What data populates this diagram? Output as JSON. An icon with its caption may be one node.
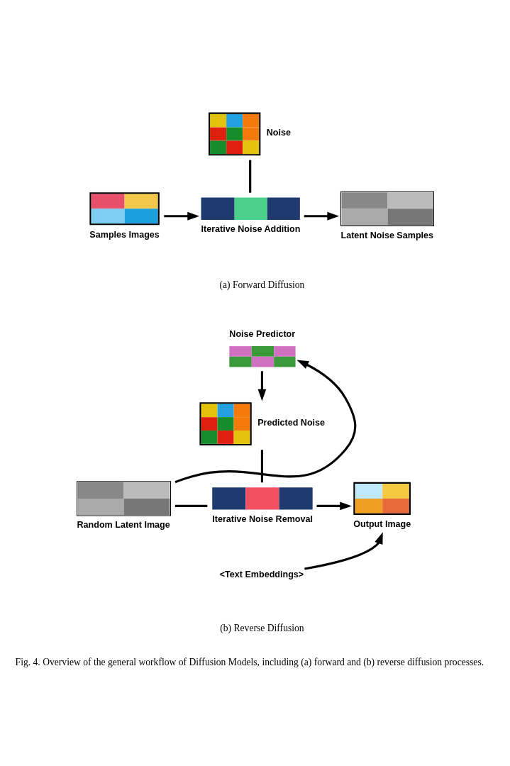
{
  "diagram": {
    "caption": "Fig. 4. Overview of the general workflow of Diffusion Models, including (a) forward and (b) reverse diffusion processes.",
    "nodes": [
      {
        "text": [
          "Noise"
        ]
      },
      {
        "text": [
          "Samples Images"
        ]
      },
      {
        "text": [
          "Iterative Noise Addition"
        ]
      },
      {
        "text": [
          "Latent Noise Samples"
        ]
      },
      {
        "text": [
          "Noise Predictor"
        ]
      },
      {
        "text": [
          "Predicted Noise"
        ]
      },
      {
        "text": [
          "Random Latent Image"
        ]
      },
      {
        "text": [
          "Iterative Noise Removal"
        ]
      },
      {
        "text": [
          "Output Image"
        ]
      },
      {
        "text": [
          "<Text Embeddings>"
        ]
      }
    ],
    "edges": [
      {
        "from": 0,
        "to": 2,
        "arrow": "none"
      },
      {
        "from": 1,
        "to": 2,
        "arrow": "to"
      },
      {
        "from": 2,
        "to": 3,
        "arrow": "to"
      },
      {
        "from": 6,
        "to": 4,
        "arrow": "to"
      },
      {
        "from": 4,
        "to": 5,
        "arrow": "to"
      },
      {
        "from": 5,
        "to": 7,
        "arrow": "none"
      },
      {
        "from": 6,
        "to": 7,
        "arrow": "none"
      },
      {
        "from": 7,
        "to": 8,
        "arrow": "to"
      },
      {
        "from": 9,
        "to": 8,
        "arrow": "to"
      }
    ],
    "labels": [
      "(a) Forward Diffusion",
      "(b) Reverse Diffusion"
    ]
  }
}
